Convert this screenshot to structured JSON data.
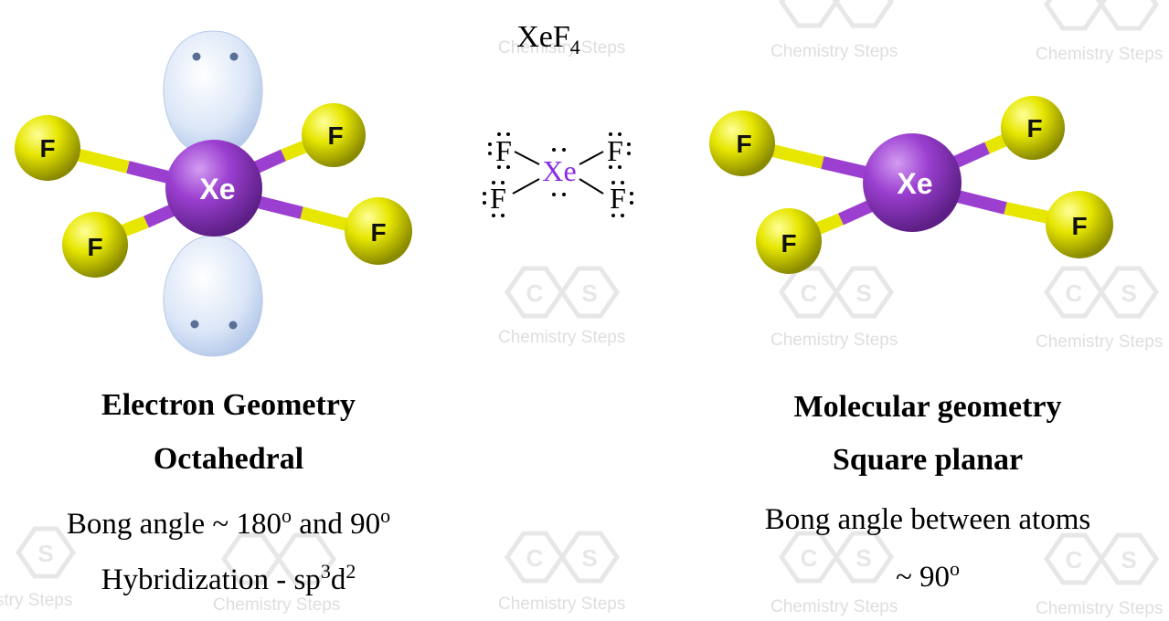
{
  "watermark": {
    "text": "Chemistry Steps",
    "logo_left": "C",
    "logo_right": "S"
  },
  "formula": {
    "main": "XeF",
    "subscript": "4"
  },
  "atoms": {
    "central": "Xe",
    "outer": "F"
  },
  "electron_geometry": {
    "heading": "Electron Geometry",
    "shape": "Octahedral",
    "angle_prefix": "Bong angle ~ 180",
    "angle_sup1": "o",
    "angle_mid": " and 90",
    "angle_sup2": "o",
    "hybrid_prefix": "Hybridization - sp",
    "hybrid_sup1": "3",
    "hybrid_mid": "d",
    "hybrid_sup2": "2"
  },
  "molecular_geometry": {
    "heading": "Molecular geometry",
    "shape": "Square planar",
    "angle_line": "Bong angle between atoms",
    "angle_value": "~ 90",
    "angle_sup": "o"
  },
  "colors": {
    "xenon": "#9b3fd0",
    "fluorine": "#e6e600",
    "lone_pair": "#dbe6f7",
    "watermark": "#d9d9d9",
    "lewis_xe": "#8a2be2"
  }
}
